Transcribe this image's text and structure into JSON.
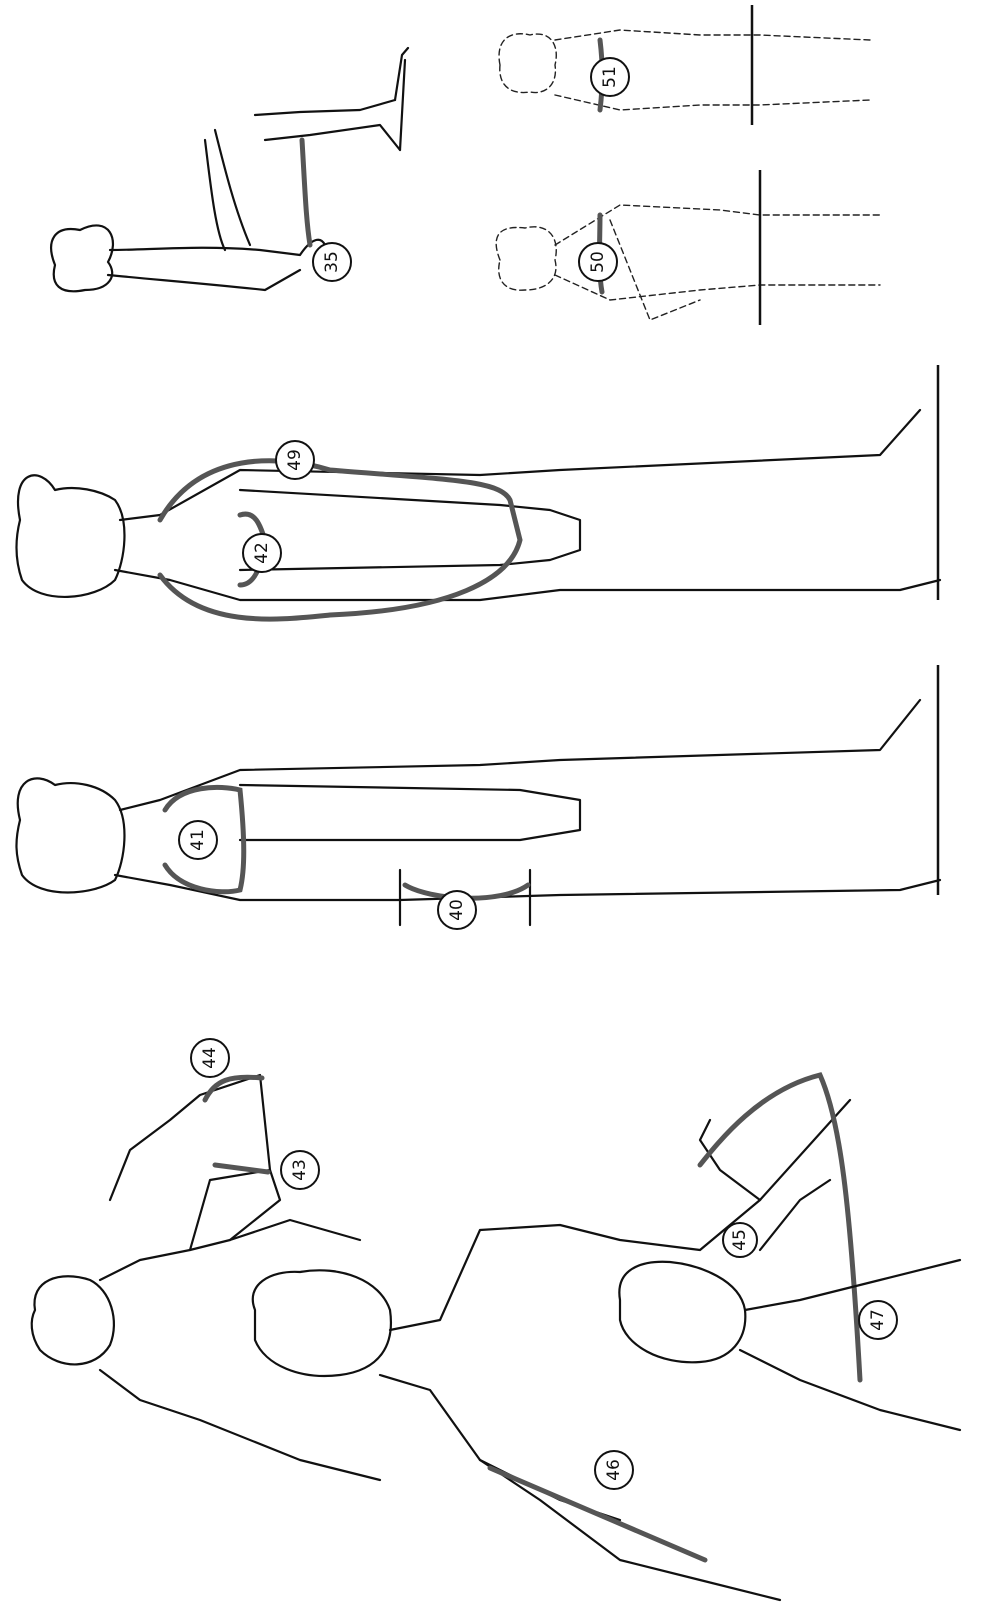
{
  "labels": {
    "m35": "35",
    "m40": "40",
    "m41": "41",
    "m42": "42",
    "m43": "43",
    "m44": "44",
    "m45": "45",
    "m46": "46",
    "m47": "47",
    "m49": "49",
    "m50": "50",
    "m51": "51"
  }
}
